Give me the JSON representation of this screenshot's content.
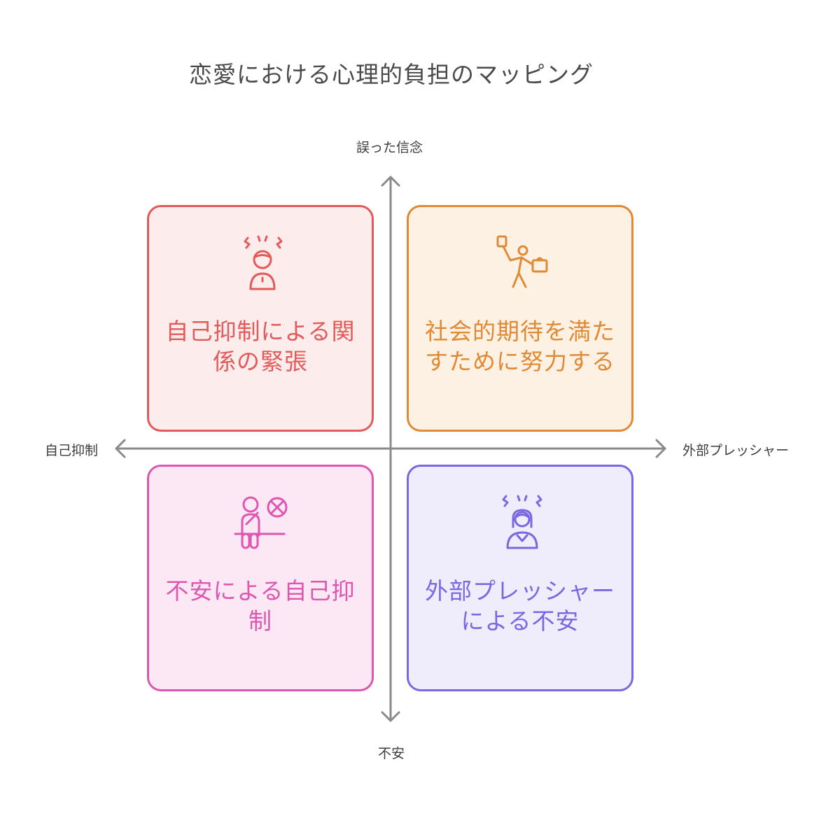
{
  "title": "恋愛における心理的負担のマッピング",
  "axes": {
    "top": "誤った信念",
    "bottom": "不安",
    "left": "自己抑制",
    "right": "外部プレッシャー"
  },
  "quadrants": {
    "top_left": {
      "label": "自己抑制による関係の緊張",
      "icon": "stressed-person-icon",
      "color": "#e35a5a"
    },
    "top_right": {
      "label": "社会的期待を満たすために努力する",
      "icon": "person-carrying-load-icon",
      "color": "#e08a35"
    },
    "bottom_left": {
      "label": "不安による自己抑制",
      "icon": "person-with-rejection-icon",
      "color": "#dd57b1"
    },
    "bottom_right": {
      "label": "外部プレッシャーによる不安",
      "icon": "anxious-woman-icon",
      "color": "#7a67e2"
    }
  }
}
